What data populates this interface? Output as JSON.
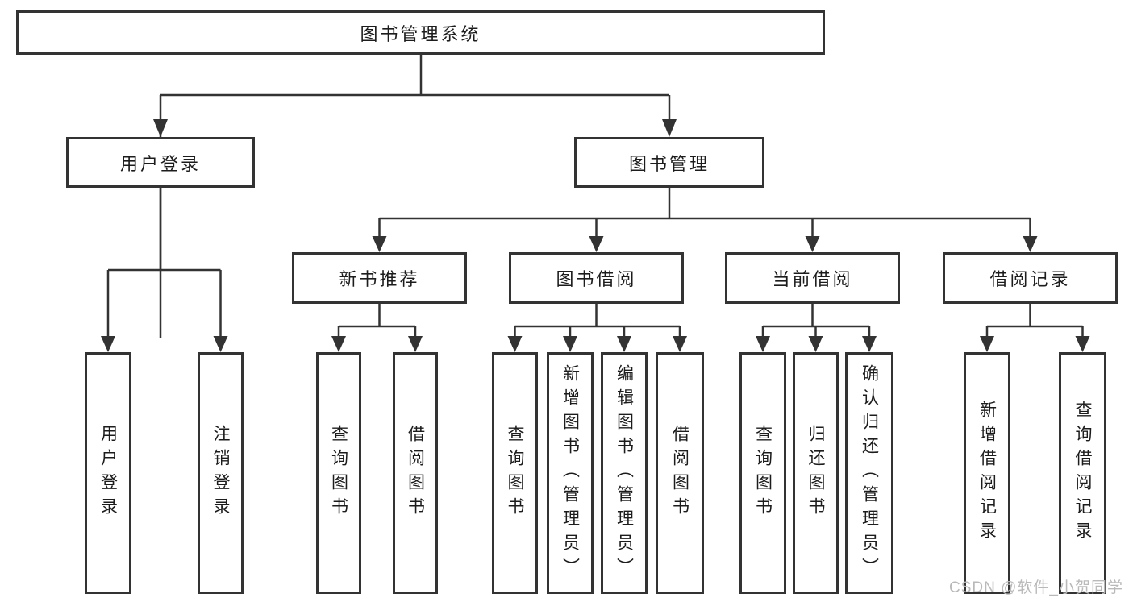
{
  "tree": {
    "label": "图书管理系统",
    "children": [
      {
        "label": "用户登录",
        "children": [
          {
            "label": "用户登录"
          },
          {
            "label": "注销登录"
          }
        ]
      },
      {
        "label": "图书管理",
        "children": [
          {
            "label": "新书推荐",
            "children": [
              {
                "label": "查询图书"
              },
              {
                "label": "借阅图书"
              }
            ]
          },
          {
            "label": "图书借阅",
            "children": [
              {
                "label": "查询图书"
              },
              {
                "label": "新增图书（管理员）"
              },
              {
                "label": "编辑图书（管理员）"
              },
              {
                "label": "借阅图书"
              }
            ]
          },
          {
            "label": "当前借阅",
            "children": [
              {
                "label": "查询图书"
              },
              {
                "label": "归还图书"
              },
              {
                "label": "确认归还（管理员）"
              }
            ]
          },
          {
            "label": "借阅记录",
            "children": [
              {
                "label": "新增借阅记录"
              },
              {
                "label": "查询借阅记录"
              }
            ]
          }
        ]
      }
    ]
  },
  "watermark": {
    "text": "CSDN @软件_小贺同学"
  },
  "colors": {
    "line": "#333333",
    "box_border": "#333333",
    "box_background": "#ffffff",
    "text": "#1c1c1c",
    "watermark": "#b9b9b9"
  }
}
